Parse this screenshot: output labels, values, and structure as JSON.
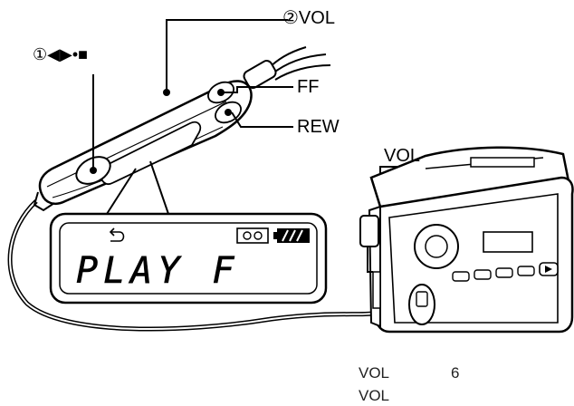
{
  "labels": {
    "vol_top": "②VOL",
    "play_stop": "①◀▶•■",
    "ff": "FF",
    "rew": "REW",
    "vol_side": "VOL"
  },
  "display": {
    "text": "PLAY F"
  },
  "caption": {
    "line1_left": "VOL",
    "line1_right": "6",
    "line2": "VOL"
  }
}
